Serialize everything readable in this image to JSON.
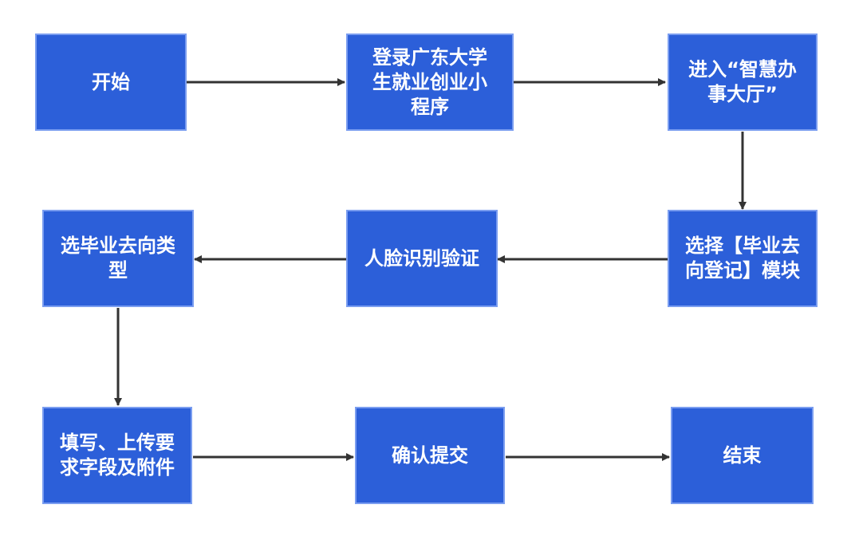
{
  "nodes": {
    "start": "开始",
    "login": "登录广东大学生就业创业小程序",
    "hall": "进入“智慧办事大厅”",
    "module": "选择【毕业去向登记】模块",
    "face": "人脸识别验证",
    "type": "选毕业去向类型",
    "fill": "填写、上传要求字段及附件",
    "confirm": "确认提交",
    "end": "结束"
  }
}
